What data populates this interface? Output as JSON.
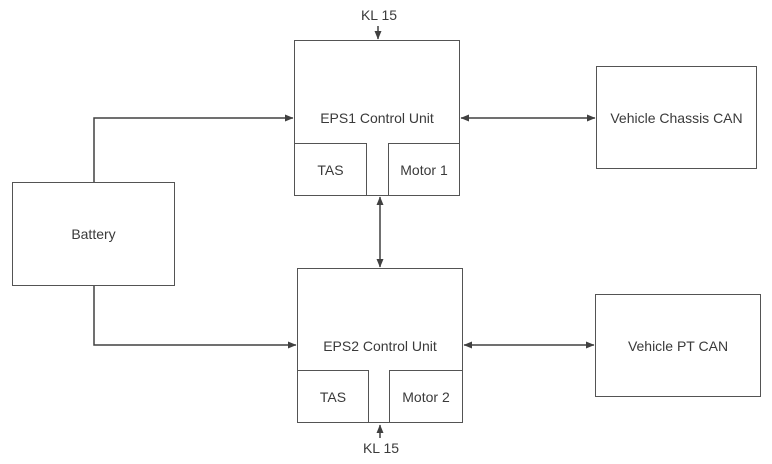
{
  "diagram": {
    "type": "block-diagram",
    "nodes": {
      "battery": {
        "label": "Battery"
      },
      "eps1": {
        "label": "EPS1 Control Unit"
      },
      "eps1_tas": {
        "label": "TAS"
      },
      "motor1": {
        "label": "Motor 1"
      },
      "chassis_can": {
        "label": "Vehicle Chassis CAN"
      },
      "eps2": {
        "label": "EPS2 Control Unit"
      },
      "eps2_tas": {
        "label": "TAS"
      },
      "motor2": {
        "label": "Motor 2"
      },
      "pt_can": {
        "label": "Vehicle PT CAN"
      }
    },
    "labels": {
      "kl15_top": "KL 15",
      "kl15_bottom": "KL 15"
    },
    "connections": [
      {
        "from": "kl15_top",
        "to": "eps1",
        "style": "single-arrow"
      },
      {
        "from": "battery",
        "to": "eps1",
        "style": "single-arrow"
      },
      {
        "from": "battery",
        "to": "eps2",
        "style": "single-arrow"
      },
      {
        "from": "eps1",
        "to": "eps2",
        "style": "double-arrow"
      },
      {
        "from": "eps1",
        "to": "chassis_can",
        "style": "double-arrow"
      },
      {
        "from": "eps2",
        "to": "pt_can",
        "style": "double-arrow"
      },
      {
        "from": "kl15_bottom",
        "to": "eps2",
        "style": "single-arrow"
      }
    ],
    "colors": {
      "background": "#ffffff",
      "line": "#404040",
      "border": "#545454",
      "text": "#3a3a3a"
    }
  }
}
